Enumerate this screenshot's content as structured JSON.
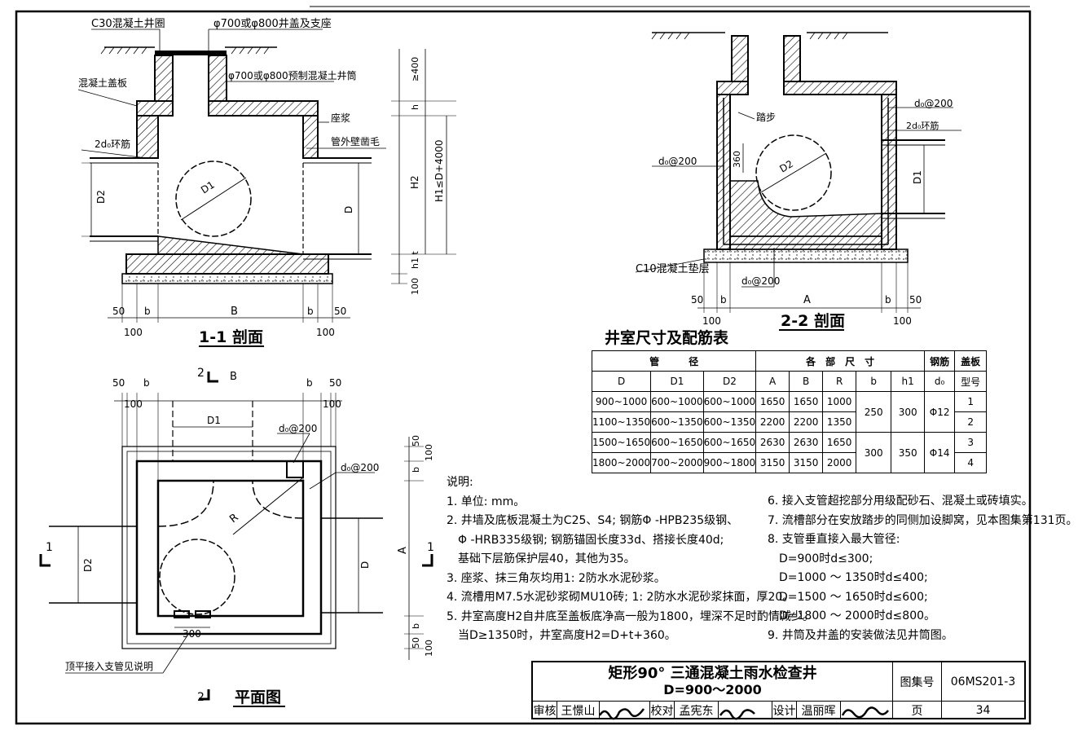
{
  "section_1_1": {
    "title": "1-1 剖面",
    "labels": {
      "ring_beam": "C30混凝土井圈",
      "cover": "φ700或φ800井盖及支座",
      "slab": "混凝土盖板",
      "shaft": "φ700或φ800预制混凝土井筒",
      "mortar": "座浆",
      "hoop": "2d₀环筋",
      "rough": "管外壁凿毛",
      "d1": "D1",
      "d2": "D2",
      "d": "D",
      "h": "h",
      "h2": "H2",
      "h1": "H1≤D+4000",
      "min400": "≥400",
      "h1t": "h1 t",
      "d100": "100",
      "b": "b",
      "B": "B",
      "d50": "50"
    }
  },
  "section_2_2": {
    "title": "2-2 剖面",
    "labels": {
      "step": "踏步",
      "d0_200": "d₀@200",
      "hoop": "2d₀环筋",
      "d360": "360",
      "d1": "D1",
      "d2": "D2",
      "cushion": "C10混凝土垫层",
      "A": "A",
      "b": "b",
      "d50": "50",
      "d100": "100"
    }
  },
  "plan": {
    "title": "平面图",
    "labels": {
      "cut2": "2",
      "cut1": "1",
      "B": "B",
      "b": "b",
      "d50": "50",
      "d100": "100",
      "d1": "D1",
      "d2": "D2",
      "d": "D",
      "r": "R",
      "A": "A",
      "d0_200": "d₀@200",
      "d300": "300",
      "branch": "顶平接入支管见说明"
    }
  },
  "table": {
    "title": "井室尺寸及配筋表",
    "group_headers": [
      "管　　　径",
      "各　部　尺　寸",
      "钢筋",
      "盖板"
    ],
    "headers": [
      "D",
      "D1",
      "D2",
      "A",
      "B",
      "R",
      "b",
      "h1",
      "d₀",
      "型号"
    ],
    "rows": [
      [
        "900~1000",
        "600~1000",
        "600~1000",
        "1650",
        "1650",
        "1000"
      ],
      [
        "1100~1350",
        "600~1350",
        "600~1350",
        "2200",
        "2200",
        "1350"
      ],
      [
        "1500~1650",
        "600~1650",
        "600~1650",
        "2630",
        "2630",
        "1650"
      ],
      [
        "1800~2000",
        "700~2000",
        "900~1800",
        "3150",
        "3150",
        "2000"
      ]
    ],
    "merged": [
      {
        "b": "250",
        "h1": "300",
        "d0": "Φ12"
      },
      {
        "b": "300",
        "h1": "350",
        "d0": "Φ14"
      }
    ],
    "types": [
      "1",
      "2",
      "3",
      "4"
    ]
  },
  "notes": {
    "heading": "说明:",
    "left": [
      "1. 单位: mm。",
      "2. 井墙及底板混凝土为C25、S4; 钢筋Φ -HPB235级钢、",
      "　Φ -HRB335级钢; 钢筋锚固长度33d、搭接长度40d;",
      "　基础下层筋保护层40，其他为35。",
      "3. 座浆、抹三角灰均用1: 2防水水泥砂浆。",
      "4. 流槽用M7.5水泥砂浆砌MU10砖; 1: 2防水水泥砂浆抹面，厚20。",
      "5. 井室高度H2自井底至盖板底净高一般为1800，埋深不足时酌情减少。",
      "　当D≥1350时，井室高度H2=D+t+360。"
    ],
    "right": [
      "6. 接入支管超挖部分用级配砂石、混凝土或砖填实。",
      "7. 流槽部分在安放踏步的同侧加设脚窝，见本图集第131页。",
      "8. 支管垂直接入最大管径:",
      "　D=900时d≤300;",
      "　D=1000 ～ 1350时d≤400;",
      "　D=1500 ～ 1650时d≤600;",
      "　D=1800 ～ 2000时d≤800。",
      "9. 井筒及井盖的安装做法见井筒图。"
    ]
  },
  "title_block": {
    "title_line1": "矩形90° 三通混凝土雨水检查井",
    "title_line2": "D=900～2000",
    "atlas_label": "图集号",
    "atlas_no": "06MS201-3",
    "page_label": "页",
    "page_no": "34",
    "review_label": "审核",
    "reviewer": "王憬山",
    "check_label": "校对",
    "checker": "孟宪东",
    "design_label": "设计",
    "designer": "温丽晖"
  }
}
